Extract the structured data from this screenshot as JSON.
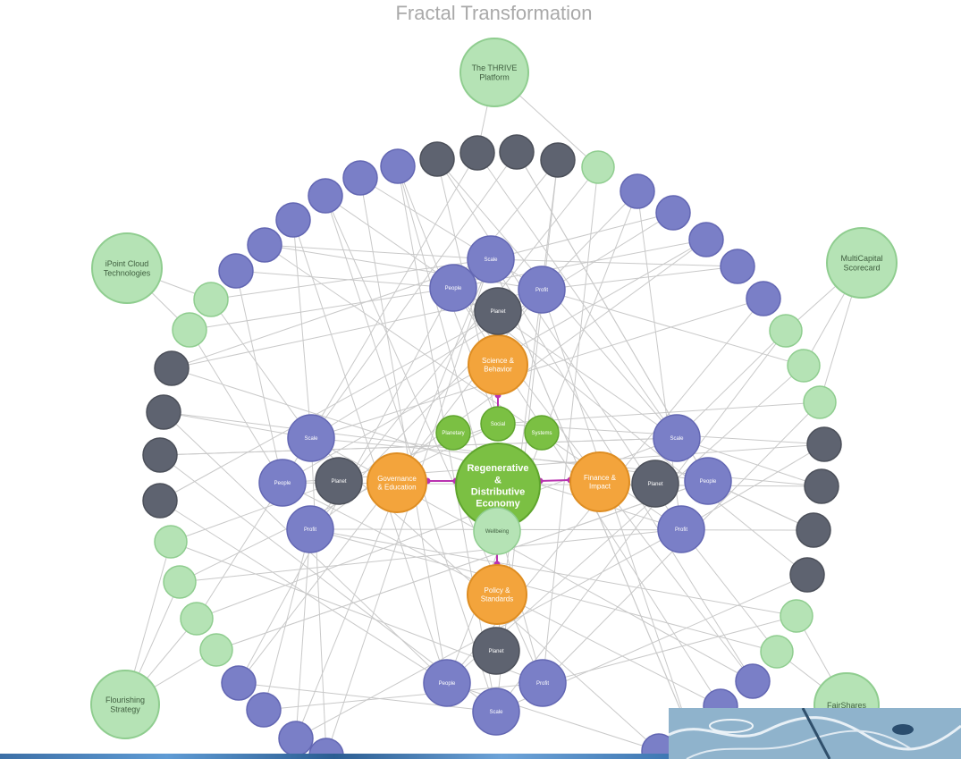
{
  "title": "Fractal Transformation",
  "colors": {
    "green_pale": "#b5e3b5",
    "green_pale_stroke": "#8fcd8f",
    "green": "#7bc043",
    "green_stroke": "#5fa52d",
    "orange": "#f3a43c",
    "orange_stroke": "#de8d22",
    "purple": "#7a7fc7",
    "purple_stroke": "#6367b3",
    "gray": "#5e6370",
    "gray_stroke": "#4c505a",
    "edge": "#c9c9c9",
    "link": "#b933b0"
  },
  "hubs": [
    {
      "id": "thrive",
      "label": "The THRIVE Platform"
    },
    {
      "id": "ipoint",
      "label": "iPoint Cloud Technologies"
    },
    {
      "id": "multicapital",
      "label": "MultiCapital Scorecard"
    },
    {
      "id": "flourishing",
      "label": "Flourishing Strategy"
    },
    {
      "id": "fairshares",
      "label": "FairShares"
    }
  ],
  "center": {
    "label": "Regenerative & Distributive Economy"
  },
  "pillars": [
    {
      "id": "science",
      "label": "Science & Behavior"
    },
    {
      "id": "governance",
      "label": "Governance & Education"
    },
    {
      "id": "finance",
      "label": "Finance & Impact"
    },
    {
      "id": "policy",
      "label": "Policy & Standards"
    }
  ],
  "ring_labels": [
    "Planetary",
    "Social",
    "Systems"
  ],
  "wellbeing_label": "Wellbeing",
  "quadrant_labels": {
    "top": "Scale",
    "left": "People",
    "right": "Profit",
    "mid": "Planet"
  }
}
